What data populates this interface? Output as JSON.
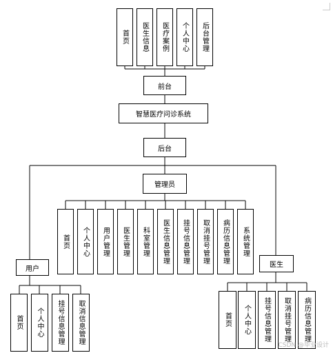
{
  "frontend": {
    "label": "前台",
    "children": [
      "首页",
      "医生信息",
      "医疗案例",
      "个人中心",
      "后台管理"
    ]
  },
  "system": {
    "label": "智慧医疗问诊系统"
  },
  "backend": {
    "label": "后台"
  },
  "admin": {
    "label": "管理员",
    "children": [
      "首页",
      "个人中心",
      "用户管理",
      "医生管理",
      "科室管理",
      "医生信息管理",
      "挂号信息管理",
      "取消挂号管理",
      "病历信息管理",
      "系统管理"
    ]
  },
  "user": {
    "label": "用户",
    "children": [
      "首页",
      "个人中心",
      "挂号信息管理",
      "取消信息管理"
    ]
  },
  "doctor": {
    "label": "医生",
    "children": [
      "首页",
      "个人中心",
      "挂号信息管理",
      "取消挂号管理",
      "病历信息管理"
    ]
  },
  "watermark": "CSDN @毕业设计"
}
